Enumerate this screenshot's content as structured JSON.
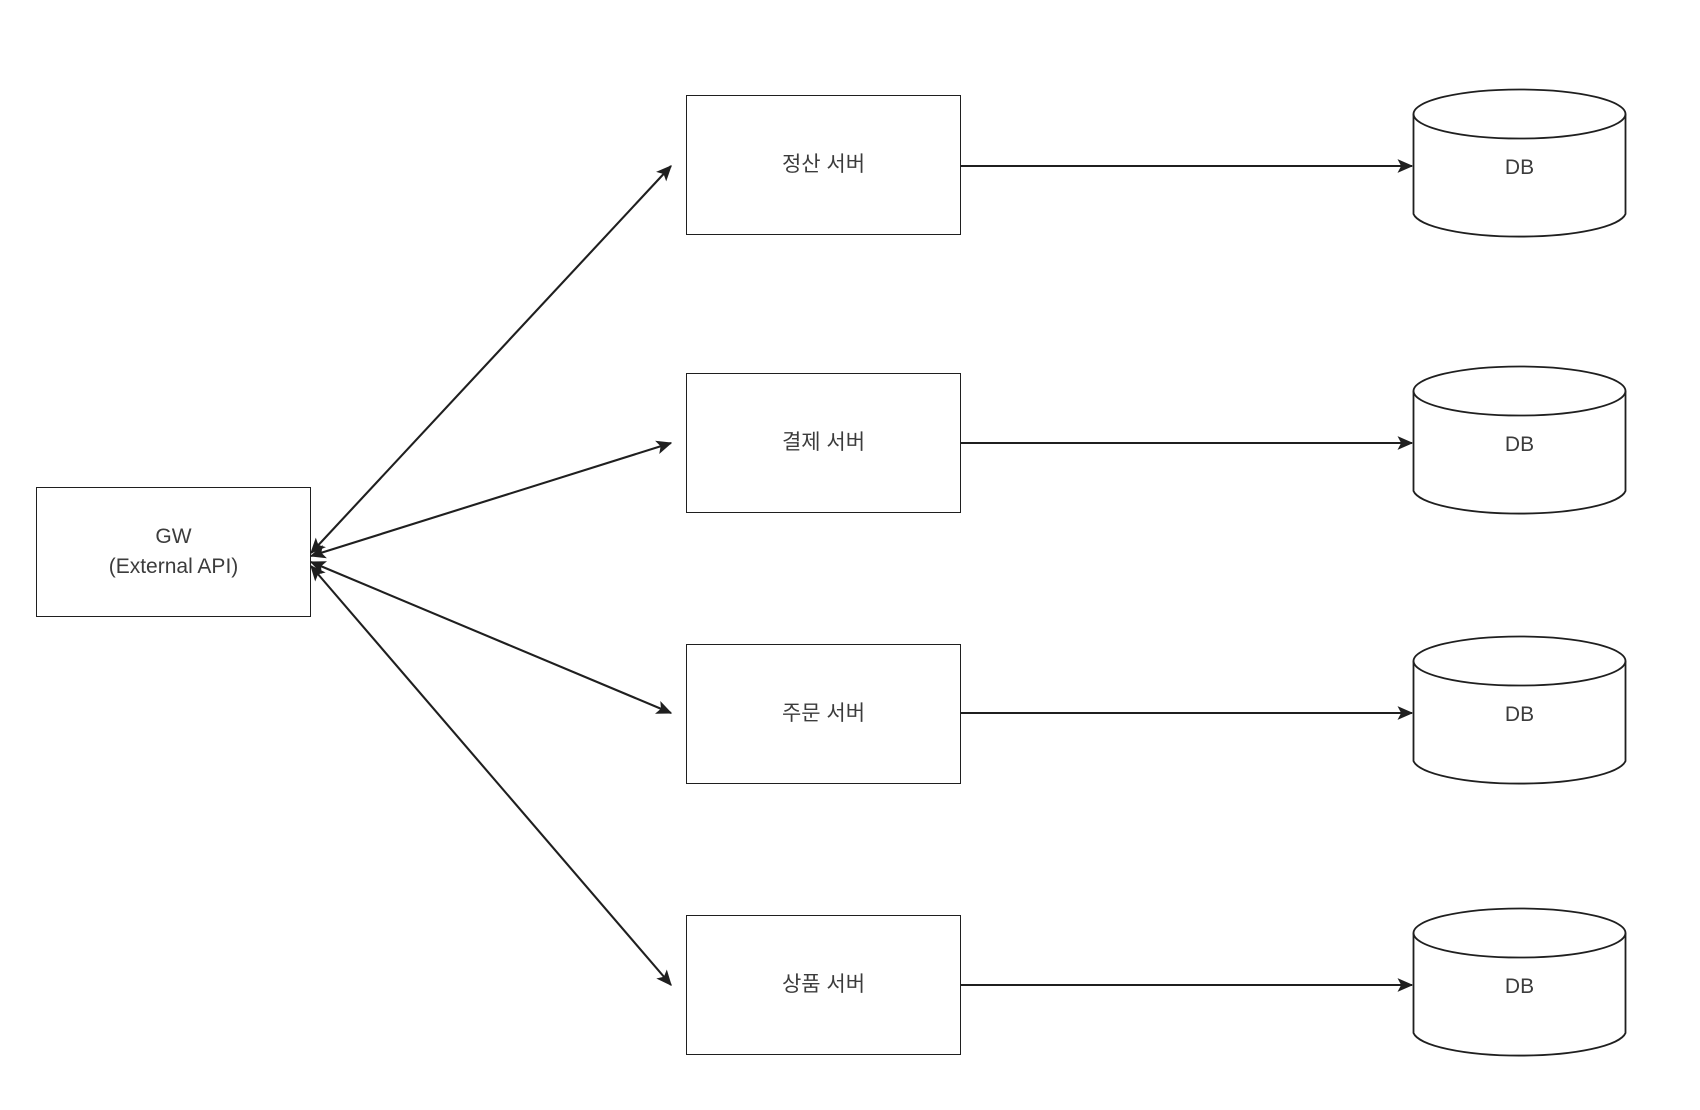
{
  "diagram": {
    "title": "Microservice architecture with API gateway and per-service databases",
    "background": "#ffffff",
    "stroke_color": "#1f1f1f",
    "text_color": "#3c3c3c",
    "gateway": {
      "label": "GW\n(External API)",
      "line1": "GW",
      "line2": "(External API)"
    },
    "services": [
      {
        "label": "정산 서버",
        "db_label": "DB"
      },
      {
        "label": "결제 서버",
        "db_label": "DB"
      },
      {
        "label": "주문 서버",
        "db_label": "DB"
      },
      {
        "label": "상품 서버",
        "db_label": "DB"
      }
    ],
    "connections": {
      "gateway_to_service": "bidirectional",
      "service_to_db": "one-way"
    }
  }
}
